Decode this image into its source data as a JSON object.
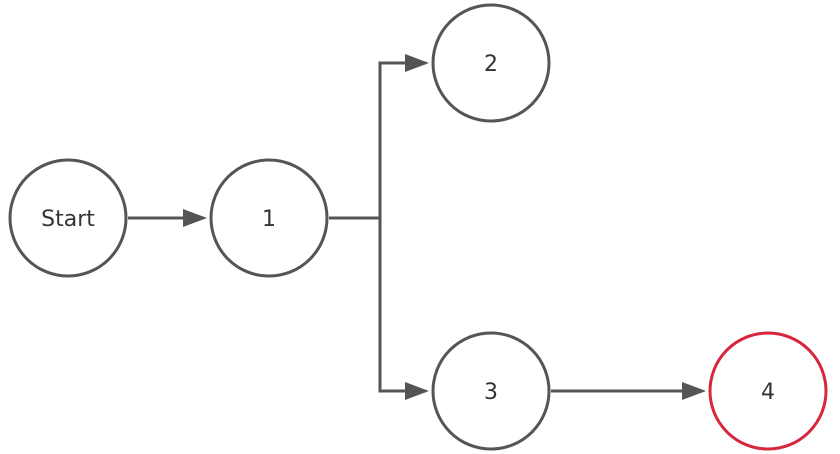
{
  "nodes": {
    "start": {
      "label": "Start"
    },
    "n1": {
      "label": "1"
    },
    "n2": {
      "label": "2"
    },
    "n3": {
      "label": "3"
    },
    "n4": {
      "label": "4",
      "highlighted": true
    }
  },
  "edges": [
    {
      "from": "Start",
      "to": "1"
    },
    {
      "from": "1",
      "to": "2"
    },
    {
      "from": "1",
      "to": "3"
    },
    {
      "from": "3",
      "to": "4"
    }
  ],
  "colors": {
    "default": "#555555",
    "highlight": "#d7263d"
  }
}
